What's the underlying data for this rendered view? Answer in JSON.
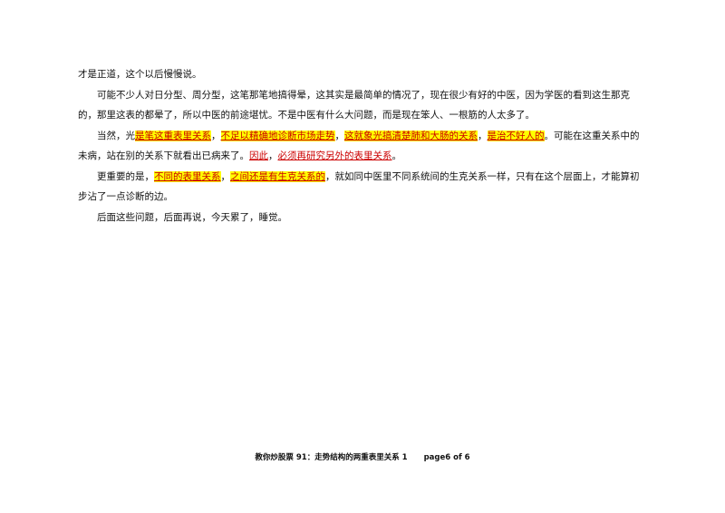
{
  "paragraphs": [
    {
      "indent": false,
      "segments": [
        {
          "text": "才是正道，这个以后慢慢说。",
          "style": "plain"
        }
      ]
    },
    {
      "indent": true,
      "segments": [
        {
          "text": "可能不少人对日分型、周分型，这笔那笔地搞得晕，这其实是最简单的情况了，现在很少有好的中医，因为学医的看到这生那克的，那里这表的都晕了，所以中医的前途堪忧。不是中医有什么大问题，而是现在笨人、一根筋的人太多了。",
          "style": "plain"
        }
      ]
    },
    {
      "indent": true,
      "segments": [
        {
          "text": "当然，光",
          "style": "plain"
        },
        {
          "text": "是笔这重表里关系",
          "style": "highlight"
        },
        {
          "text": "，",
          "style": "plain"
        },
        {
          "text": "不足以精确地诊断市场走势",
          "style": "highlight"
        },
        {
          "text": "，",
          "style": "plain"
        },
        {
          "text": "这就象光搞清楚肺和大肠的关系",
          "style": "highlight"
        },
        {
          "text": "，",
          "style": "plain"
        },
        {
          "text": "是治不好人的",
          "style": "highlight"
        },
        {
          "text": "。可能在这重关系中的未病，站在别的关系下就看出已病来了。",
          "style": "plain"
        },
        {
          "text": "因此",
          "style": "red"
        },
        {
          "text": "，",
          "style": "plain"
        },
        {
          "text": "必须再研究另外的表里关系",
          "style": "red"
        },
        {
          "text": "。",
          "style": "plain"
        }
      ]
    },
    {
      "indent": true,
      "segments": [
        {
          "text": "更重要的是，",
          "style": "plain"
        },
        {
          "text": "不同的表里关系",
          "style": "highlight"
        },
        {
          "text": "，",
          "style": "plain"
        },
        {
          "text": "之间还是有生克关系的",
          "style": "highlight"
        },
        {
          "text": "，就如同中医里不同系统间的生克关系一样，只有在这个层面上，才能算初步沾了一点诊断的边。",
          "style": "plain"
        }
      ]
    },
    {
      "indent": true,
      "segments": [
        {
          "text": "后面这些问题，后面再说，今天累了，睡觉。",
          "style": "plain"
        }
      ]
    }
  ],
  "footer": {
    "title": "教你炒股票 91：走势结构的两重表里关系 1",
    "page": "page6 of 6"
  },
  "colors": {
    "highlight_bg": "#ffff00",
    "emphasis_text": "#cc0000"
  }
}
